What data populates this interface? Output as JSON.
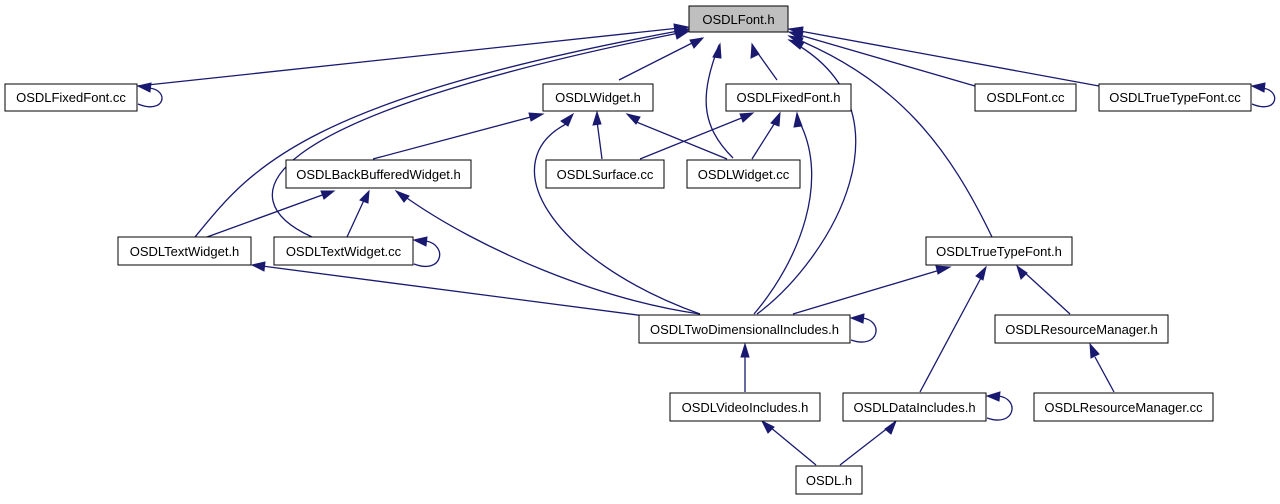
{
  "graph": {
    "root": "OSDLFont.h",
    "nodes": {
      "font_h": "OSDLFont.h",
      "fixedfont_cc": "OSDLFixedFont.cc",
      "widget_h": "OSDLWidget.h",
      "fixedfont_h": "OSDLFixedFont.h",
      "font_cc": "OSDLFont.cc",
      "truetype_cc": "OSDLTrueTypeFont.cc",
      "backbuffered_h": "OSDLBackBufferedWidget.h",
      "surface_cc": "OSDLSurface.cc",
      "widget_cc": "OSDLWidget.cc",
      "textwidget_h": "OSDLTextWidget.h",
      "textwidget_cc": "OSDLTextWidget.cc",
      "truetype_h": "OSDLTrueTypeFont.h",
      "twodim_h": "OSDLTwoDimensionalIncludes.h",
      "resmgr_h": "OSDLResourceManager.h",
      "video_h": "OSDLVideoIncludes.h",
      "data_h": "OSDLDataIncludes.h",
      "resmgr_cc": "OSDLResourceManager.cc",
      "osdl_h": "OSDL.h"
    },
    "edges": [
      [
        "font_h",
        "fixedfont_cc"
      ],
      [
        "fixedfont_cc",
        "fixedfont_cc"
      ],
      [
        "font_h",
        "textwidget_h"
      ],
      [
        "font_h",
        "textwidget_cc"
      ],
      [
        "font_h",
        "widget_h"
      ],
      [
        "font_h",
        "fixedfont_h"
      ],
      [
        "font_h",
        "widget_cc"
      ],
      [
        "font_h",
        "twodim_h"
      ],
      [
        "font_h",
        "truetype_h"
      ],
      [
        "font_h",
        "font_cc"
      ],
      [
        "font_h",
        "truetype_cc"
      ],
      [
        "truetype_cc",
        "truetype_cc"
      ],
      [
        "widget_h",
        "backbuffered_h"
      ],
      [
        "widget_h",
        "surface_cc"
      ],
      [
        "widget_h",
        "widget_cc"
      ],
      [
        "widget_h",
        "twodim_h"
      ],
      [
        "fixedfont_h",
        "surface_cc"
      ],
      [
        "fixedfont_h",
        "widget_cc"
      ],
      [
        "fixedfont_h",
        "twodim_h"
      ],
      [
        "backbuffered_h",
        "textwidget_h"
      ],
      [
        "backbuffered_h",
        "textwidget_cc"
      ],
      [
        "backbuffered_h",
        "twodim_h"
      ],
      [
        "textwidget_cc",
        "textwidget_cc"
      ],
      [
        "textwidget_h",
        "twodim_h"
      ],
      [
        "twodim_h",
        "twodim_h"
      ],
      [
        "truetype_h",
        "twodim_h"
      ],
      [
        "truetype_h",
        "data_h"
      ],
      [
        "truetype_h",
        "resmgr_h"
      ],
      [
        "resmgr_h",
        "resmgr_cc"
      ],
      [
        "twodim_h",
        "video_h"
      ],
      [
        "data_h",
        "data_h"
      ],
      [
        "video_h",
        "osdl_h"
      ],
      [
        "data_h",
        "osdl_h"
      ]
    ]
  },
  "colors": {
    "edge": "#191970",
    "root_fill": "#bfbfbf",
    "node_fill": "#ffffff",
    "node_stroke": "#000000"
  }
}
